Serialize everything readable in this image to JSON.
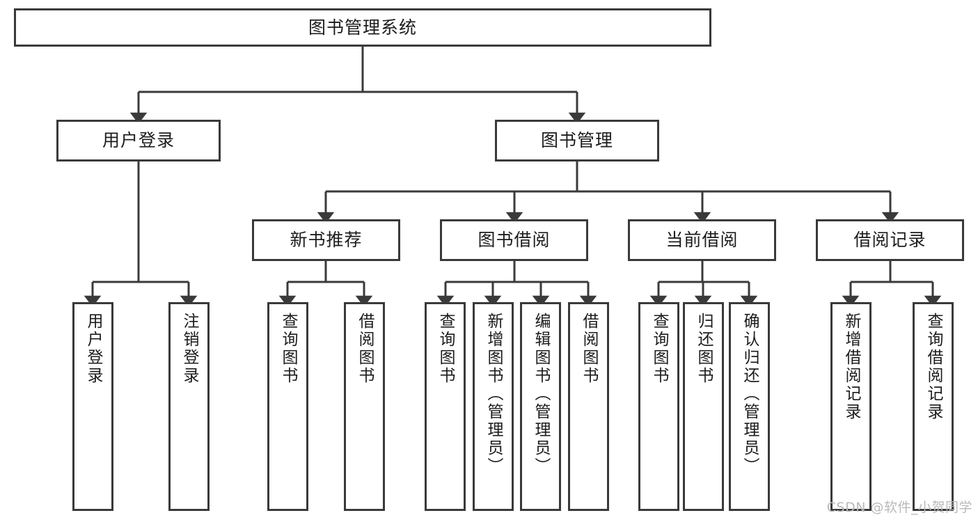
{
  "diagram": {
    "title": "图书管理系统",
    "type": "tree-hierarchy",
    "watermark": "CSDN @软件_小贺同学",
    "colors": {
      "node_border": "#3a3a3a",
      "node_fill": "#ffffff",
      "edge": "#3a3a3a",
      "text": "#1c1c1c",
      "watermark": "#b9b9b9",
      "background": "#ffffff"
    },
    "nodes": {
      "root": {
        "label": "图书管理系统"
      },
      "level2": [
        {
          "id": "user-login",
          "label": "用户登录"
        },
        {
          "id": "book-manage",
          "label": "图书管理"
        }
      ],
      "level3": [
        {
          "id": "new-book-recommend",
          "label": "新书推荐"
        },
        {
          "id": "book-borrow",
          "label": "图书借阅"
        },
        {
          "id": "current-borrow",
          "label": "当前借阅"
        },
        {
          "id": "borrow-record",
          "label": "借阅记录"
        }
      ],
      "leaves": {
        "user_login": [
          {
            "id": "leaf-user-login",
            "label": "用户登录"
          },
          {
            "id": "leaf-logout-login",
            "label": "注销登录"
          }
        ],
        "new_book_recommend": [
          {
            "id": "leaf-query-book-1",
            "label": "查询图书"
          },
          {
            "id": "leaf-borrow-book-1",
            "label": "借阅图书"
          }
        ],
        "book_borrow": [
          {
            "id": "leaf-query-book-2",
            "label": "查询图书"
          },
          {
            "id": "leaf-add-book",
            "label": "新增图书（管理员）"
          },
          {
            "id": "leaf-edit-book",
            "label": "编辑图书（管理员）"
          },
          {
            "id": "leaf-borrow-book-2",
            "label": "借阅图书"
          }
        ],
        "current_borrow": [
          {
            "id": "leaf-query-book-3",
            "label": "查询图书"
          },
          {
            "id": "leaf-return-book",
            "label": "归还图书"
          },
          {
            "id": "leaf-confirm-return",
            "label": "确认归还（管理员）"
          }
        ],
        "borrow_record": [
          {
            "id": "leaf-add-record",
            "label": "新增借阅记录"
          },
          {
            "id": "leaf-query-record",
            "label": "查询借阅记录"
          }
        ]
      }
    }
  }
}
